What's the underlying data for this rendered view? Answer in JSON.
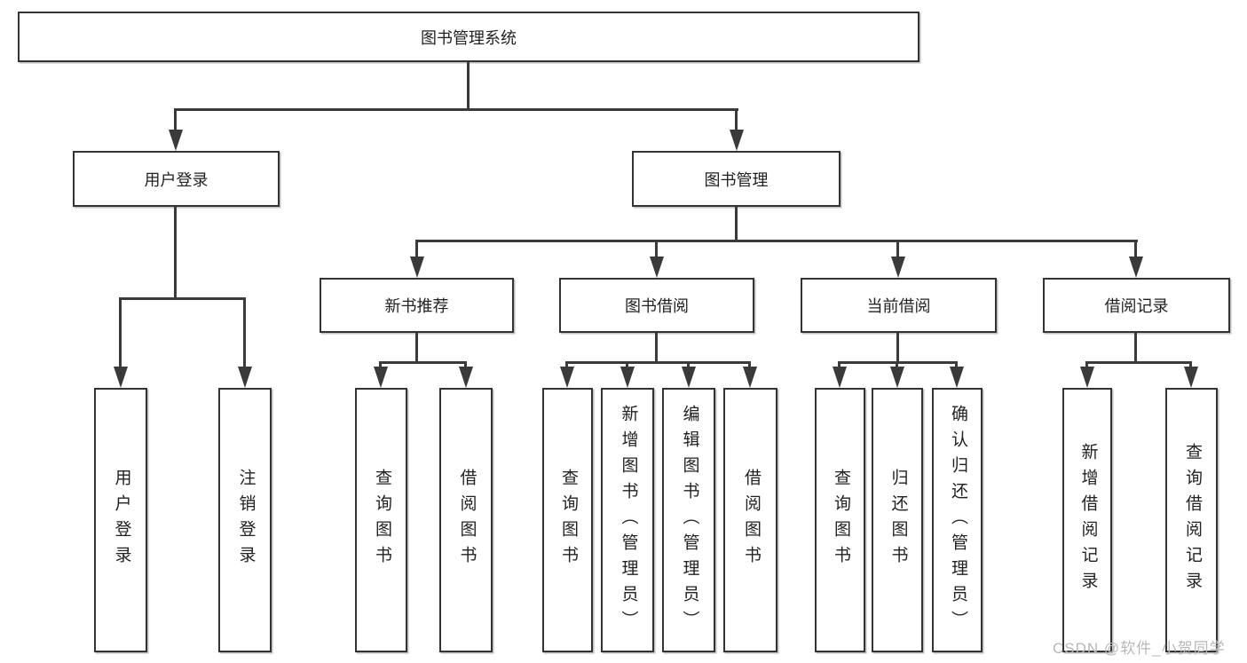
{
  "diagram_title": "图书管理系统",
  "boxes": {
    "root": "图书管理系统",
    "level1": [
      "用户登录",
      "图书管理"
    ],
    "level2": [
      "新书推荐",
      "图书借阅",
      "当前借阅",
      "借阅记录"
    ],
    "leaves": [
      "用户登录",
      "注销登录",
      "查询图书",
      "借阅图书",
      "查询图书",
      "新增图书（管理员）",
      "编辑图书（管理员）",
      "借阅图书",
      "查询图书",
      "归还图书",
      "确认归还（管理员）",
      "新增借阅记录",
      "查询借阅记录"
    ]
  },
  "hierarchy": {
    "图书管理系统": [
      "用户登录",
      "图书管理"
    ],
    "用户登录": [
      "用户登录",
      "注销登录"
    ],
    "图书管理": [
      "新书推荐",
      "图书借阅",
      "当前借阅",
      "借阅记录"
    ],
    "新书推荐": [
      "查询图书",
      "借阅图书"
    ],
    "图书借阅": [
      "查询图书",
      "新增图书（管理员）",
      "编辑图书（管理员）",
      "借阅图书"
    ],
    "当前借阅": [
      "查询图书",
      "归还图书",
      "确认归还（管理员）"
    ],
    "借阅记录": [
      "新增借阅记录",
      "查询借阅记录"
    ]
  },
  "watermark": "CSDN @软件_小贺同学",
  "colors": {
    "line": "#3a3a3a",
    "box_border": "#333333",
    "text": "#222222",
    "background": "#ffffff",
    "watermark": "#b8b8b8"
  }
}
